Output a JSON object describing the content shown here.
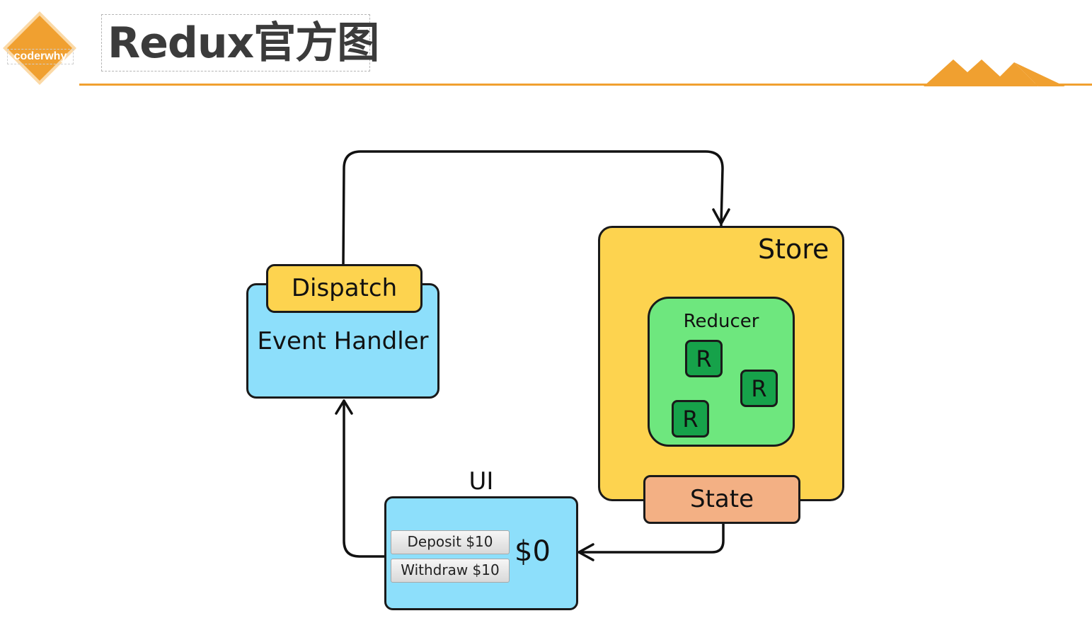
{
  "header": {
    "logo_text": "coderwhy",
    "title": "Redux官方图"
  },
  "diagram": {
    "dispatch_label": "Dispatch",
    "event_handler_label": "Event Handler",
    "store_label": "Store",
    "reducer_label": "Reducer",
    "r_labels": [
      "R",
      "R",
      "R"
    ],
    "state_label": "State",
    "ui_label": "UI",
    "deposit_button": "Deposit $10",
    "withdraw_button": "Withdraw $10",
    "balance": "$0"
  },
  "colors": {
    "accent": "#f0a030",
    "dispatch_fill": "#fdd34f",
    "event_handler_fill": "#8ddffb",
    "store_fill": "#fdd34f",
    "reducer_fill": "#6ee77e",
    "r_fill": "#16a24a",
    "state_fill": "#f3b084",
    "ui_fill": "#8ddffb"
  }
}
